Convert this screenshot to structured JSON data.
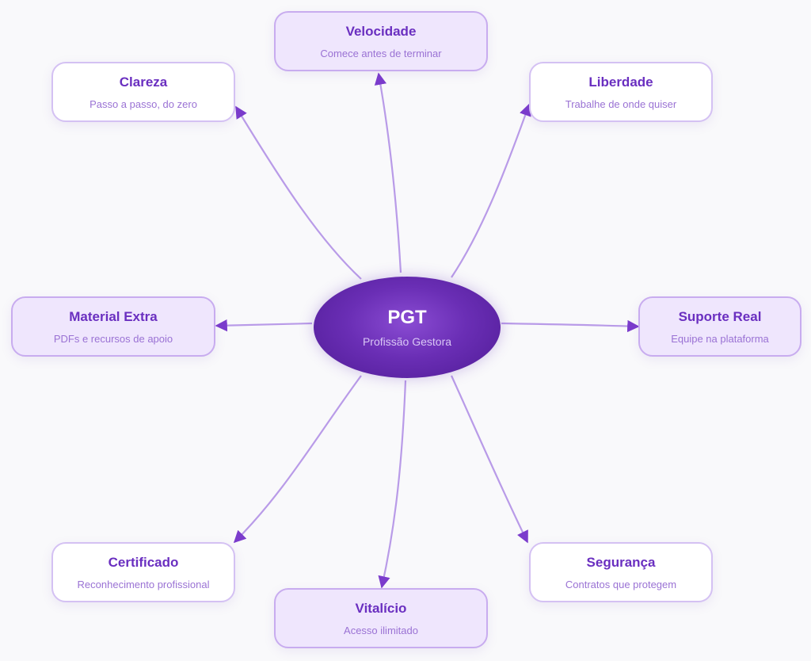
{
  "diagram": {
    "type": "mind-map",
    "colors": {
      "background": "#f9f9fb",
      "center_fill": "#5e25a6",
      "title_text": "#6a2fc0",
      "subtitle_text": "#9a72d4",
      "edge": "#b99be8",
      "arrowhead": "#7b3ccc",
      "node_border": "#d4c1f3",
      "tinted_node_fill": "#efe6fd"
    },
    "center": {
      "title": "PGT",
      "subtitle": "Profissão Gestora"
    },
    "nodes": [
      {
        "id": "velocidade",
        "title": "Velocidade",
        "subtitle": "Comece antes de terminar",
        "style": "tinted"
      },
      {
        "id": "clareza",
        "title": "Clareza",
        "subtitle": "Passo a passo, do zero",
        "style": "plain"
      },
      {
        "id": "liberdade",
        "title": "Liberdade",
        "subtitle": "Trabalhe de onde quiser",
        "style": "plain"
      },
      {
        "id": "material-extra",
        "title": "Material Extra",
        "subtitle": "PDFs e recursos de apoio",
        "style": "tinted"
      },
      {
        "id": "suporte-real",
        "title": "Suporte Real",
        "subtitle": "Equipe na plataforma",
        "style": "tinted"
      },
      {
        "id": "certificado",
        "title": "Certificado",
        "subtitle": "Reconhecimento profissional",
        "style": "plain"
      },
      {
        "id": "vitalicio",
        "title": "Vitalício",
        "subtitle": "Acesso ilimitado",
        "style": "tinted"
      },
      {
        "id": "seguranca",
        "title": "Segurança",
        "subtitle": "Contratos que protegem",
        "style": "plain"
      }
    ],
    "edges": [
      {
        "from": "center",
        "to": "velocidade"
      },
      {
        "from": "center",
        "to": "clareza"
      },
      {
        "from": "center",
        "to": "liberdade"
      },
      {
        "from": "center",
        "to": "material-extra"
      },
      {
        "from": "center",
        "to": "suporte-real"
      },
      {
        "from": "center",
        "to": "certificado"
      },
      {
        "from": "center",
        "to": "vitalicio"
      },
      {
        "from": "center",
        "to": "seguranca"
      }
    ]
  }
}
